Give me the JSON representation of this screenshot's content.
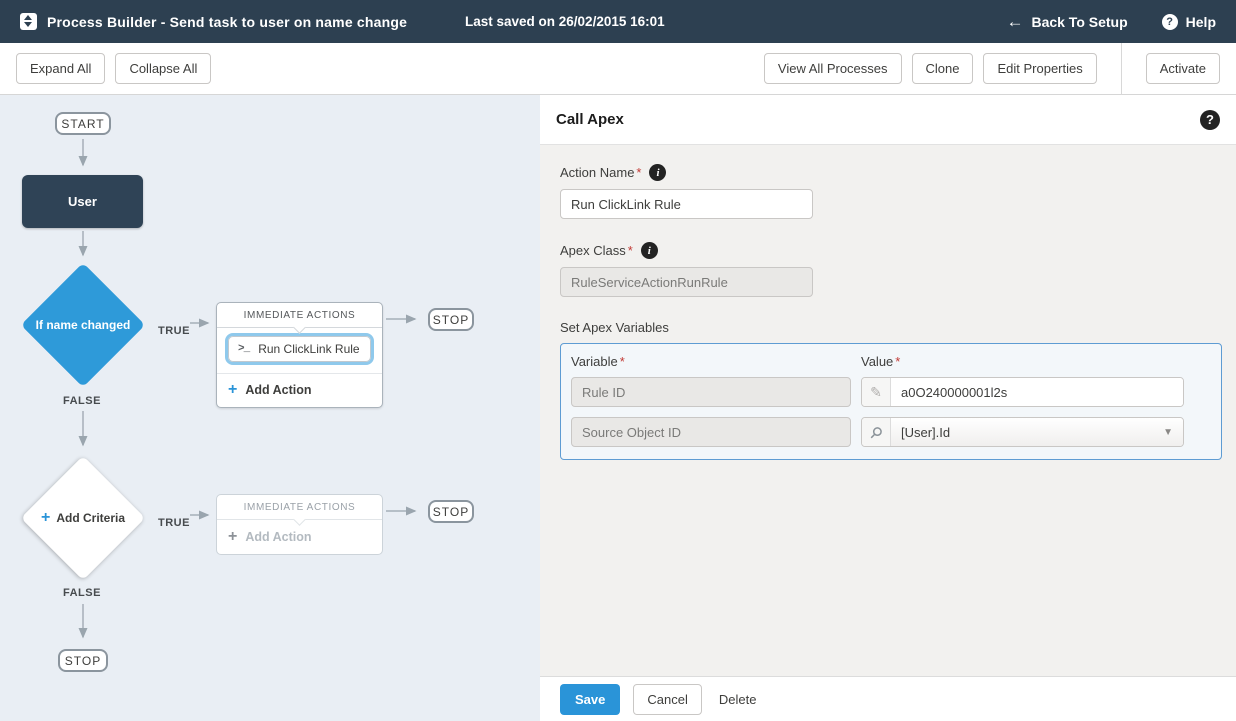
{
  "colors": {
    "header_bg": "#2d4051",
    "canvas_bg": "#e9eef4",
    "diamond_blue": "#2e9ad9",
    "selection_ring": "#8fc9ec",
    "primary_blue": "#2a94d8",
    "vars_panel_border": "#5e9cd3",
    "required_red": "#c23934"
  },
  "header": {
    "title": "Process Builder - Send task to user on name change",
    "last_saved": "Last saved on 26/02/2015 16:01",
    "back_label": "Back To Setup",
    "back_arrow": "←",
    "help_label": "Help",
    "help_glyph": "?"
  },
  "toolbar": {
    "expand_all": "Expand All",
    "collapse_all": "Collapse All",
    "view_all": "View All Processes",
    "clone": "Clone",
    "edit_properties": "Edit Properties",
    "activate": "Activate"
  },
  "canvas": {
    "start_label": "START",
    "object_label": "User",
    "stop_label": "STOP",
    "true_label": "TRUE",
    "false_label": "FALSE",
    "immediate_actions_label": "IMMEDIATE ACTIONS",
    "criteria1_label": "If name changed",
    "action1_label": "Run ClickLink Rule",
    "terminal_glyph": ">_",
    "plus_glyph": "+",
    "add_action_label": "Add Action",
    "add_criteria_label": "Add Criteria"
  },
  "panel": {
    "title": "Call Apex",
    "help_glyph": "?",
    "info_glyph": "i",
    "required_mark": "*",
    "action_name": {
      "label": "Action Name",
      "value": "Run ClickLink Rule"
    },
    "apex_class": {
      "label": "Apex Class",
      "value": "RuleServiceActionRunRule"
    },
    "variables": {
      "heading": "Set Apex Variables",
      "columns": {
        "variable": "Variable",
        "value": "Value"
      },
      "rows": [
        {
          "variable": "Rule ID",
          "value": "a0O240000001l2s"
        },
        {
          "variable": "Source Object ID",
          "value": "[User].Id"
        }
      ],
      "caret_glyph": "▼",
      "pencil_glyph": "✎"
    },
    "footer": {
      "save": "Save",
      "cancel": "Cancel",
      "delete": "Delete"
    }
  }
}
